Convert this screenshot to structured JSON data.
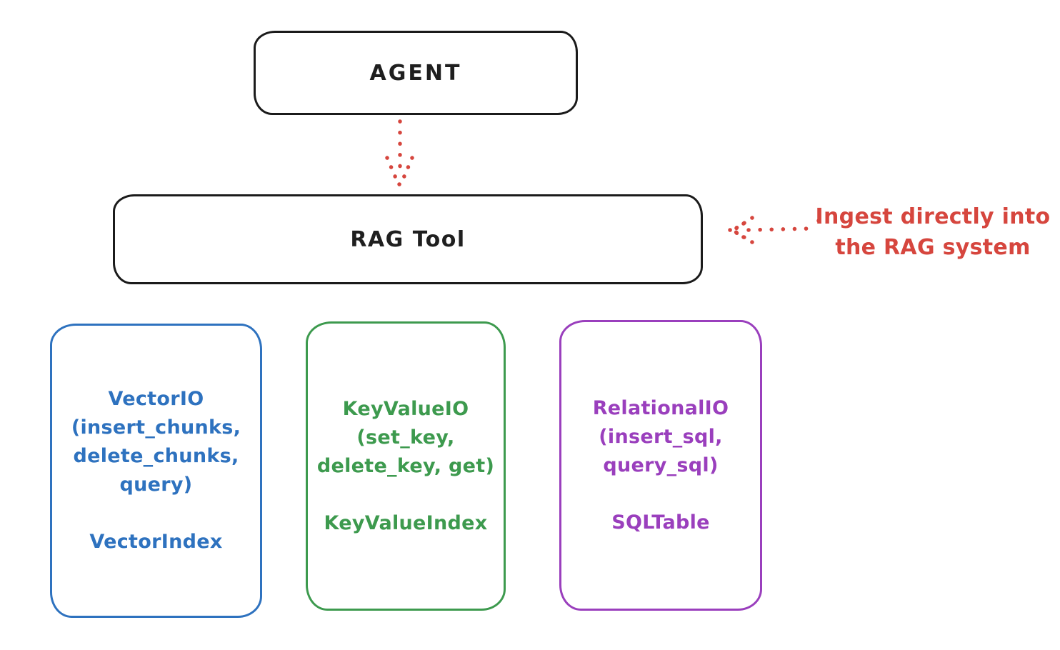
{
  "diagram_title": "Agent RAG Tool storage backends diagram",
  "agent": {
    "label": "AGENT"
  },
  "rag_tool": {
    "label": "RAG Tool"
  },
  "annotation": {
    "line1": "Ingest directly into",
    "line2": "the RAG system",
    "color": "#d6463e"
  },
  "arrows": [
    {
      "name": "agent-to-rag-tool",
      "style": "dotted",
      "color": "#d6463e",
      "direction": "down",
      "from": "AGENT",
      "to": "RAG Tool"
    },
    {
      "name": "ingest-annotation",
      "style": "dotted",
      "color": "#d6463e",
      "direction": "left",
      "from": "annotation text",
      "to": "RAG Tool"
    }
  ],
  "storage_boxes": [
    {
      "id": "vector-io",
      "color": "#2e72bf",
      "lines": [
        "VectorIO",
        "(insert_chunks,",
        "delete_chunks,",
        "query)"
      ],
      "index_label": "VectorIndex"
    },
    {
      "id": "keyvalue-io",
      "color": "#3d9a4e",
      "lines": [
        "KeyValueIO",
        "(set_key,",
        "delete_key, get)"
      ],
      "index_label": "KeyValueIndex"
    },
    {
      "id": "relational-io",
      "color": "#9a3fbd",
      "lines": [
        "RelationalIO",
        "(insert_sql,",
        "query_sql)"
      ],
      "index_label": "SQLTable"
    }
  ],
  "colors": {
    "background": "#ffffff",
    "stroke_black": "#1b1b1b",
    "arrow_red": "#d6463e",
    "blue": "#2e72bf",
    "green": "#3d9a4e",
    "purple": "#9a3fbd"
  }
}
